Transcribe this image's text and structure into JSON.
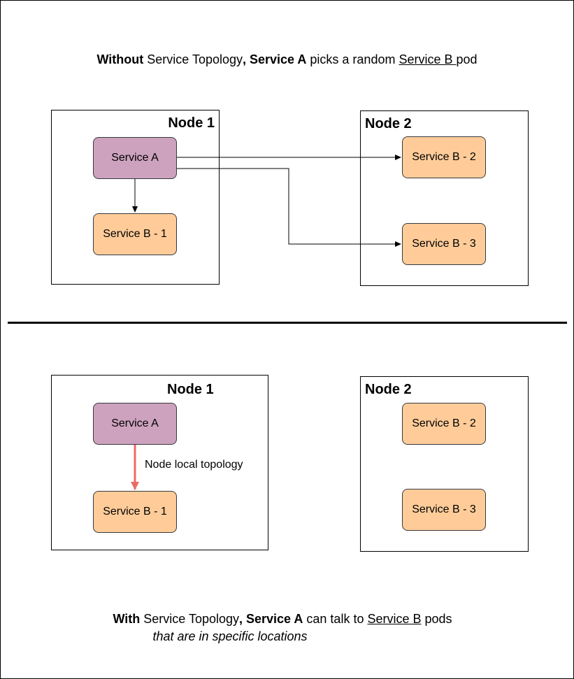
{
  "top": {
    "caption": {
      "p1": "Without",
      "p2": " Service Topology",
      "p3": ", Service A",
      "p4": " picks a random ",
      "p5": "Service B ",
      "p6": " pod"
    },
    "node1": {
      "title": "Node 1",
      "service_a": "Service A",
      "service_b1": "Service B - 1"
    },
    "node2": {
      "title": "Node 2",
      "service_b2": "Service B - 2",
      "service_b3": "Service B - 3"
    }
  },
  "bottom": {
    "node1": {
      "title": "Node 1",
      "service_a": "Service A",
      "service_b1": "Service B - 1",
      "edge_label": "Node local topology"
    },
    "node2": {
      "title": "Node 2",
      "service_b2": "Service B - 2",
      "service_b3": "Service B - 3"
    },
    "caption": {
      "p1": "With",
      "p2": " Service Topology",
      "p3": ", Service A",
      "p4": " can talk to ",
      "p5": "Service B",
      "p6": " pods",
      "line2": "that are in specific locations"
    }
  },
  "colors": {
    "service_a_fill": "#cda2be",
    "service_b_fill": "#ffcc99",
    "local_edge": "#ea6b66"
  }
}
